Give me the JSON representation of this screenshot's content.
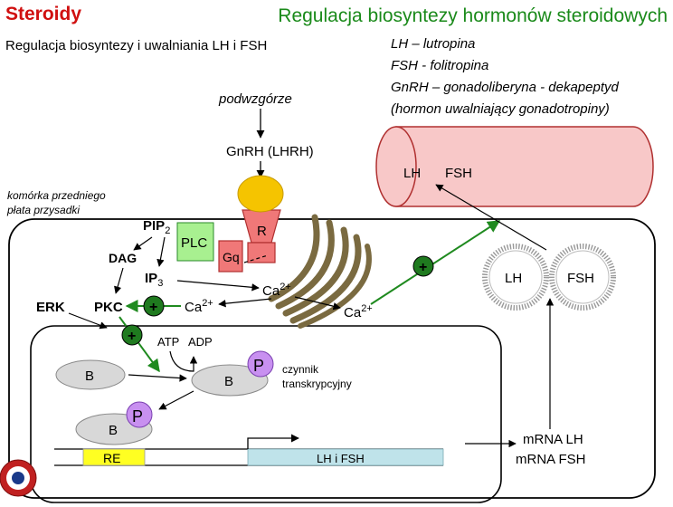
{
  "header": {
    "left_title": "Steroidy",
    "right_title": "Regulacja biosyntezy hormonów steroidowych"
  },
  "subtitle": "Regulacja biosyntezy i uwalniania LH i FSH",
  "legend": [
    "LH – lutropina",
    "FSH - folitropina",
    "GnRH – gonadoliberyna - dekapeptyd",
    "(hormon uwalniający gonadotropiny)"
  ],
  "labels": {
    "hypothalamus": "podwzgórze",
    "gnrh": "GnRH (LHRH)",
    "cell_line1": "komórka przedniego",
    "cell_line2": "płata przysadki",
    "receptor": "R",
    "gq": "Gq",
    "plc": "PLC",
    "pip2": "PIP",
    "pip2_sub": "2",
    "dag": "DAG",
    "ip3": "IP",
    "ip3_sub": "3",
    "ca_er": "Ca",
    "ca_sup": "2+",
    "ca_left": "Ca",
    "ca_right": "Ca",
    "pkc": "PKC",
    "erk": "ERK",
    "plus": "+",
    "atp": "ATP",
    "adp": "ADP",
    "b": "B",
    "p": "P",
    "tf_line1": "czynnik",
    "tf_line2": "transkrypcyjny",
    "re": "RE",
    "gene": "LH i FSH",
    "mrna_lh": "mRNA LH",
    "mrna_fsh": "mRNA FSH",
    "vesicle_lh": "LH",
    "vesicle_fsh": "FSH",
    "vessel_lh": "LH",
    "vessel_fsh": "FSH"
  },
  "colors": {
    "title_red": "#d01010",
    "title_green": "#1a8a1a",
    "vessel": "#f8c8c8",
    "receptor": "#f07878",
    "gnrh_ball": "#f5c400",
    "plc": "#a8f090",
    "plus": "#1f7a1f",
    "phosphate": "#c890f0",
    "re": "#ffff22",
    "gene": "#bfe3ea",
    "er": "#7a6a40"
  }
}
